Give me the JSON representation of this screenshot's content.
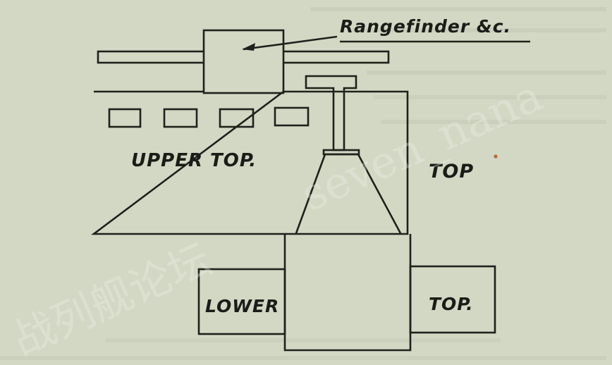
{
  "labels": {
    "rangefinder": "Rangefinder &c.",
    "upper_top": "UPPER TOP.",
    "top_right": "TOP",
    "lower": "LOWER",
    "top_bottom_right": "TOP."
  },
  "watermark": {
    "chinese": "战列舰论坛",
    "latin": "seven_nana"
  },
  "colors": {
    "paper": "#d3d8c4",
    "ink": "#1f211c"
  }
}
